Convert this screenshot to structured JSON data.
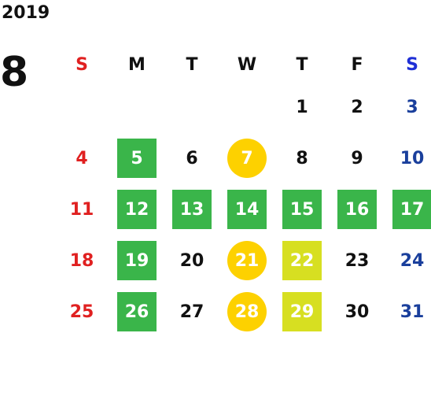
{
  "calendar": {
    "year": "2019",
    "month": "8",
    "weekdays": [
      "S",
      "M",
      "T",
      "W",
      "T",
      "F",
      "S"
    ],
    "weeks": [
      [
        "",
        "",
        "",
        "",
        "1",
        "2",
        "3"
      ],
      [
        "4",
        "5",
        "6",
        "7",
        "8",
        "9",
        "10"
      ],
      [
        "11",
        "12",
        "13",
        "14",
        "15",
        "16",
        "17"
      ],
      [
        "18",
        "19",
        "20",
        "21",
        "22",
        "23",
        "24"
      ],
      [
        "25",
        "26",
        "27",
        "28",
        "29",
        "30",
        "31"
      ]
    ],
    "highlights": {
      "5": "green",
      "12": "green",
      "13": "green",
      "14": "green",
      "15": "green",
      "16": "green",
      "17": "green",
      "19": "green",
      "26": "green",
      "7": "yellow",
      "21": "yellow",
      "28": "yellow",
      "22": "lime",
      "29": "lime"
    },
    "colors": {
      "green": "#3ab54a",
      "lime": "#d7df21",
      "yellow": "#fdd100",
      "sunday": "#e02020",
      "saturday": "#1a3f9c",
      "saturday_header": "#1f2fd6"
    }
  }
}
